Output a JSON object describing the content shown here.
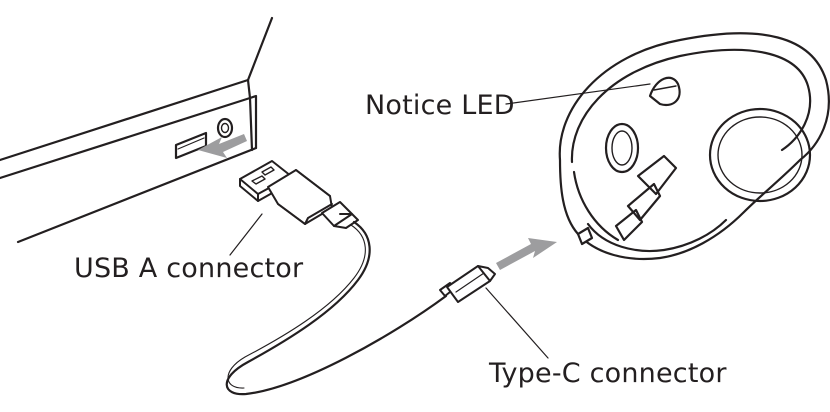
{
  "labels": {
    "notice_led": "Notice LED",
    "usb_a": "USB A connector",
    "type_c": "Type-C connector"
  },
  "colors": {
    "line": "#231f20",
    "arrow": "#9d9d9f",
    "background": "#ffffff"
  },
  "icons": {
    "computer": "laptop-body-icon",
    "mouse": "trackball-mouse-icon",
    "usb_a_plug": "usb-a-plug-icon",
    "type_c_plug": "usb-c-plug-icon",
    "arrow": "insert-arrow-icon"
  }
}
